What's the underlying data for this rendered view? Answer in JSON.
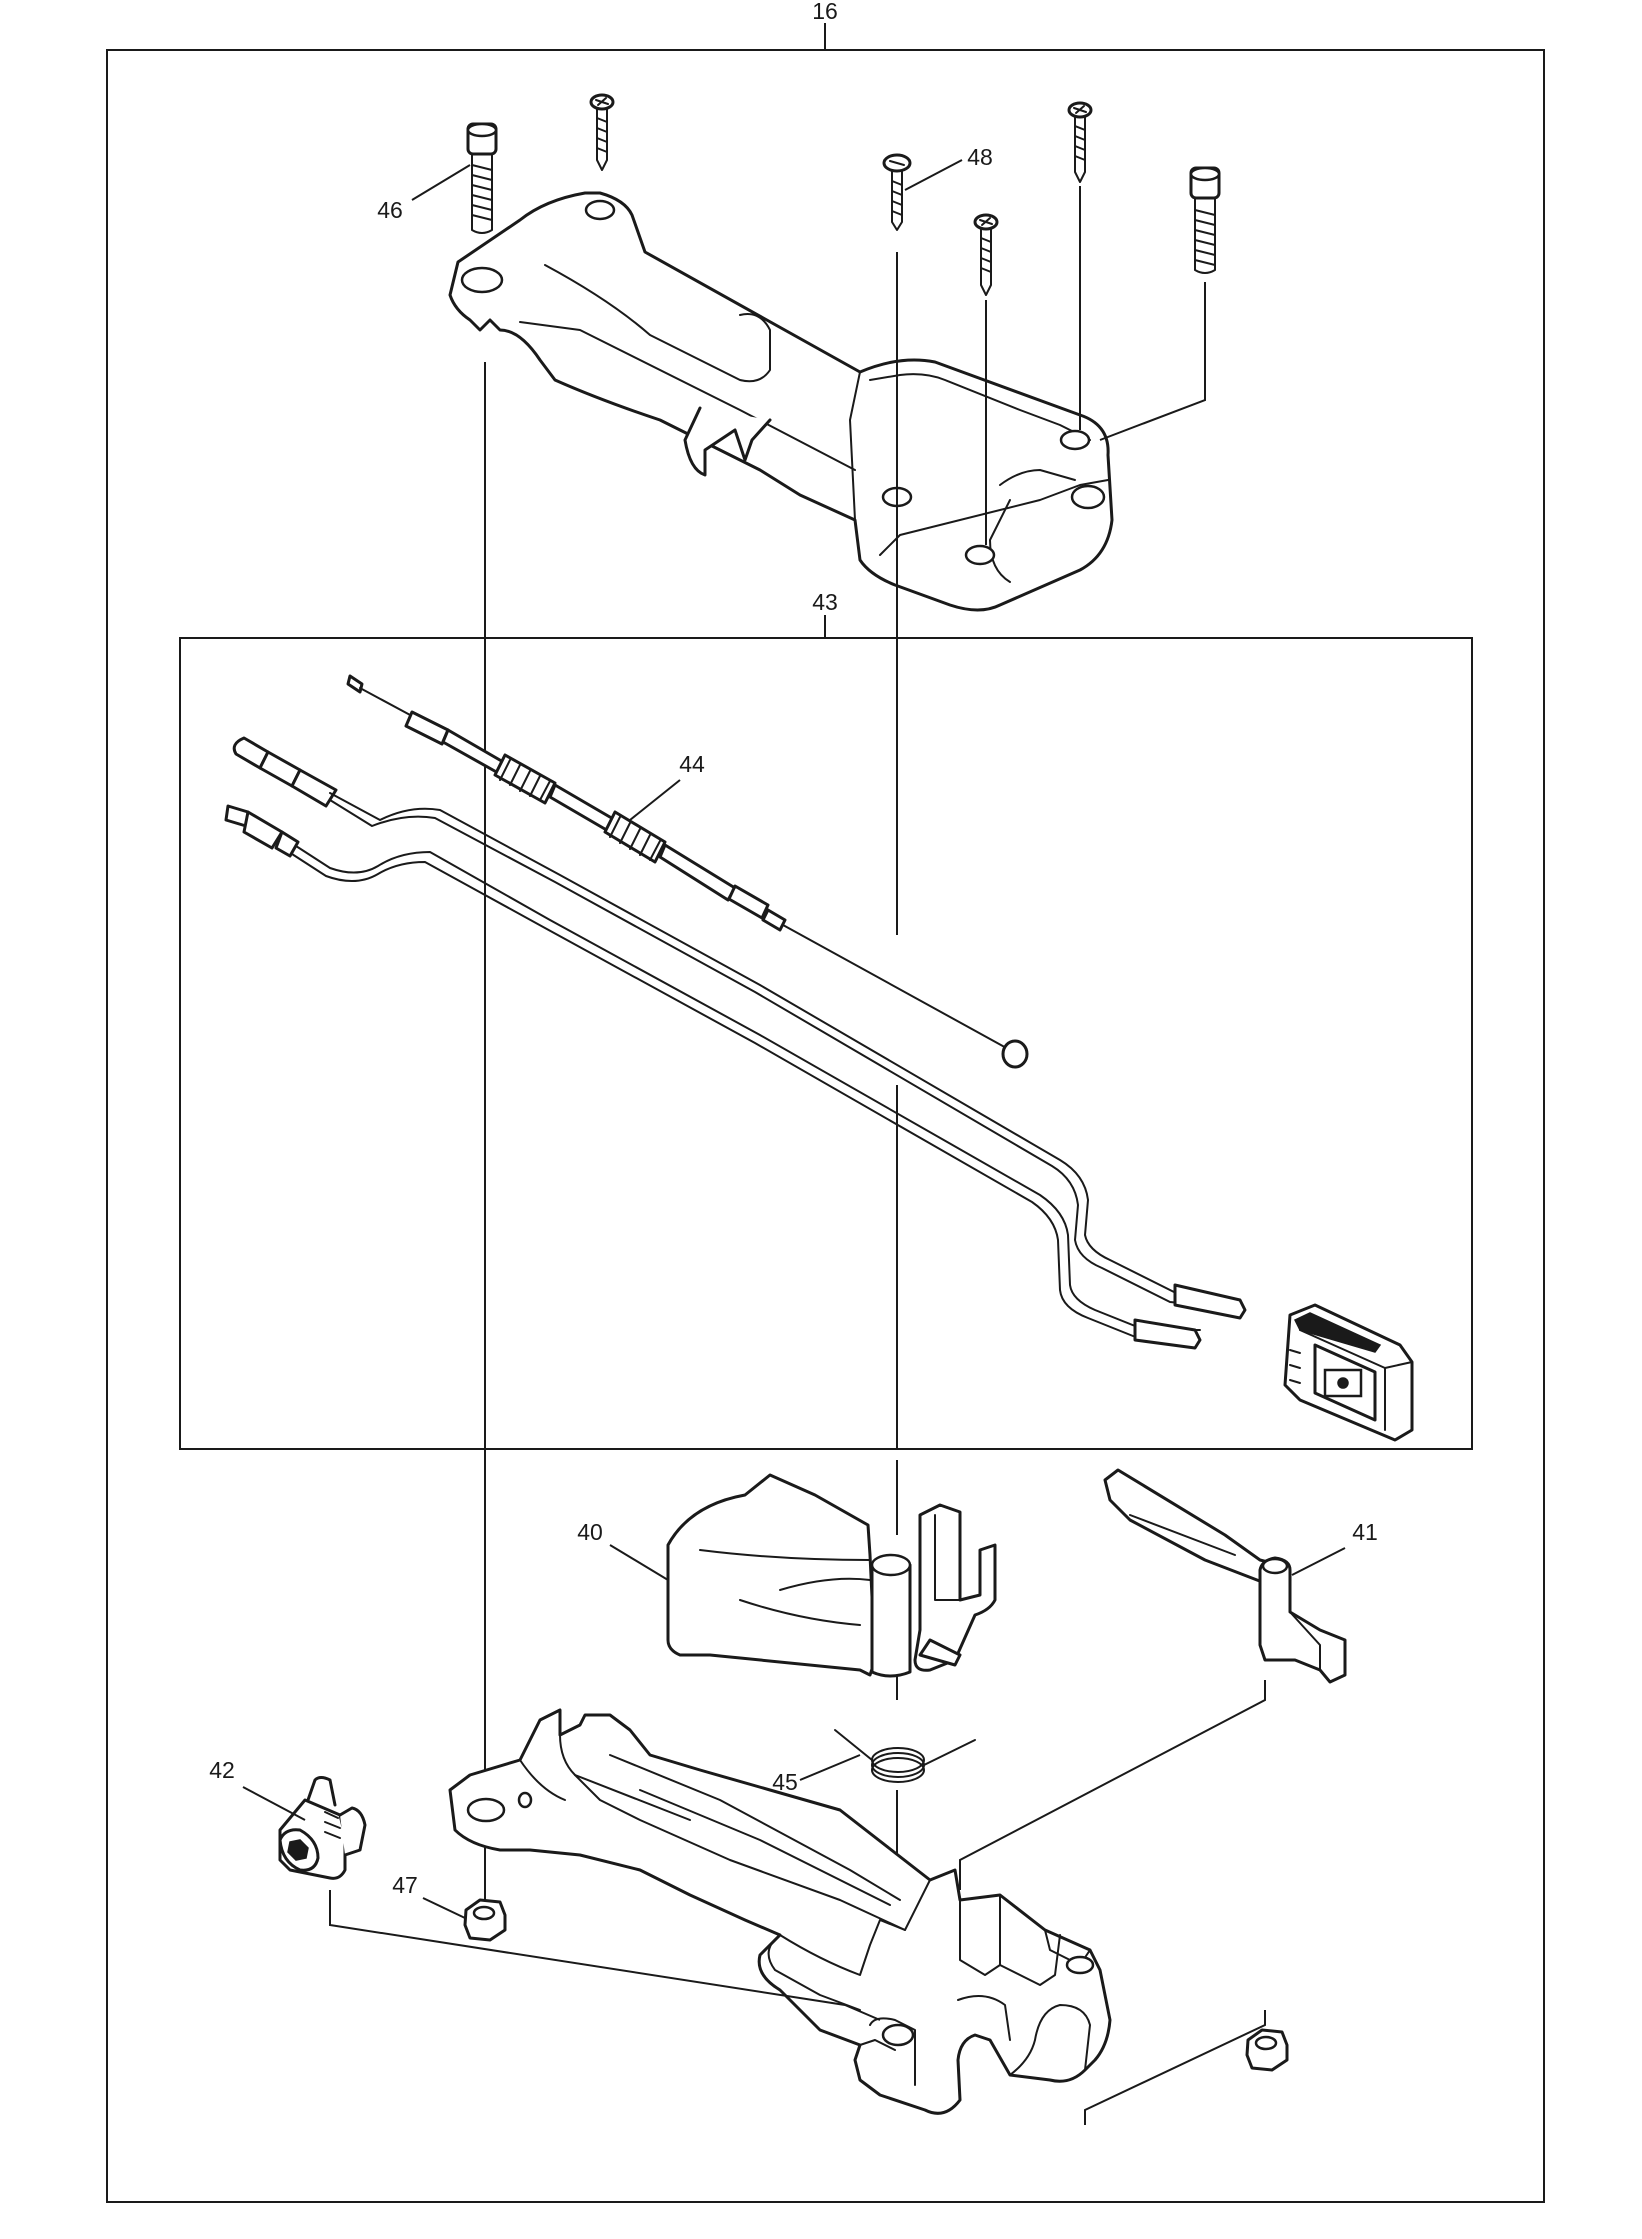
{
  "labels": {
    "l16": "16",
    "l43": "43",
    "l44": "44",
    "l46": "46",
    "l48": "48",
    "l40": "40",
    "l41": "41",
    "l42": "42",
    "l45": "45",
    "l47": "47"
  }
}
